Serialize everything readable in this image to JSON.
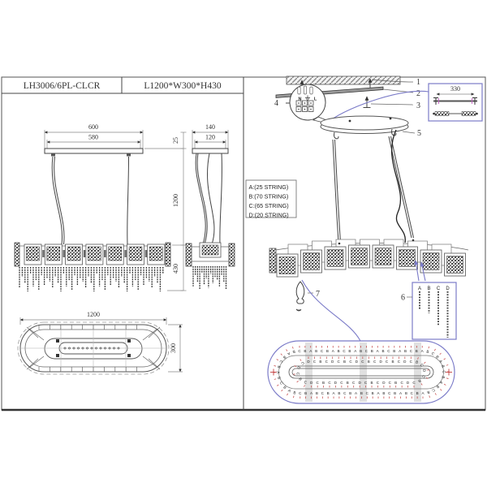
{
  "header": {
    "model": "LH3006/6PL-CLCR",
    "size": "L1200*W300*H430"
  },
  "front_view": {
    "dim_overall": "600",
    "dim_inner": "580",
    "dim_canopy": "25",
    "dim_drop": "1200",
    "dim_body": "430"
  },
  "side_view": {
    "dim_overall": "140",
    "dim_inner": "120"
  },
  "top_view": {
    "dim_length": "1200",
    "dim_width": "300"
  },
  "assembly": {
    "parts": [
      "1",
      "2",
      "3",
      "4",
      "5",
      "6",
      "7"
    ],
    "detail_width": "330",
    "terminal": {
      "n": "N",
      "l": "L"
    }
  },
  "strings_legend": {
    "lines": [
      "A:(25 STRING)",
      "B:(70 STRING)",
      "C:(65 STRING)",
      "D:(20 STRING)"
    ]
  },
  "string_box": {
    "letters": [
      "A",
      "B",
      "C",
      "D"
    ]
  },
  "bottom_oval": {
    "outer_pattern": "CBAB",
    "outer_count": 68,
    "inner_pattern": "DCBC",
    "inner_count": 46
  },
  "colors": {
    "line": "#444444",
    "accent_blue": "#7b7bc8",
    "letter_red": "#7a2525",
    "tick_red": "#c23b3b"
  }
}
